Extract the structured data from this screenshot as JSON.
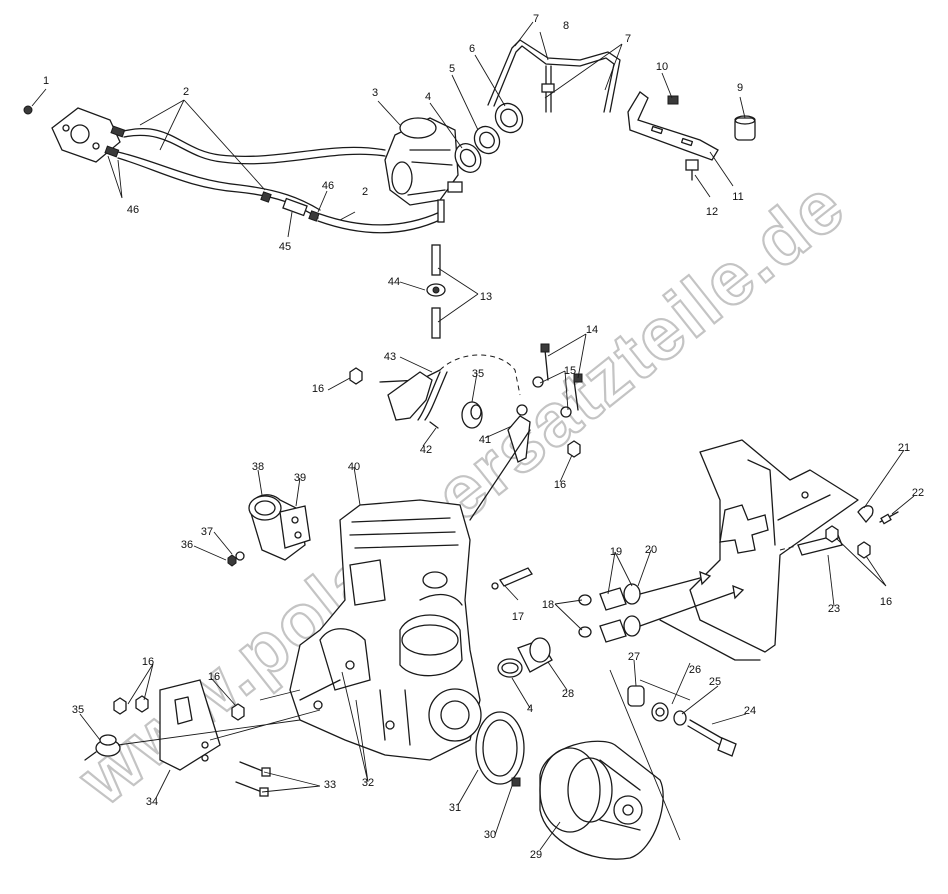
{
  "watermark": "www.polarisersatzteile.de",
  "callouts": [
    {
      "id": "c1",
      "text": "1"
    },
    {
      "id": "c2a",
      "text": "2"
    },
    {
      "id": "c2b",
      "text": "2"
    },
    {
      "id": "c3",
      "text": "3"
    },
    {
      "id": "c4a",
      "text": "4"
    },
    {
      "id": "c4b",
      "text": "4"
    },
    {
      "id": "c5",
      "text": "5"
    },
    {
      "id": "c6",
      "text": "6"
    },
    {
      "id": "c7a",
      "text": "7"
    },
    {
      "id": "c7b",
      "text": "7"
    },
    {
      "id": "c8",
      "text": "8"
    },
    {
      "id": "c9",
      "text": "9"
    },
    {
      "id": "c10",
      "text": "10"
    },
    {
      "id": "c11",
      "text": "11"
    },
    {
      "id": "c12",
      "text": "12"
    },
    {
      "id": "c13",
      "text": "13"
    },
    {
      "id": "c14",
      "text": "14"
    },
    {
      "id": "c15",
      "text": "15"
    },
    {
      "id": "c16a",
      "text": "16"
    },
    {
      "id": "c16b",
      "text": "16"
    },
    {
      "id": "c16c",
      "text": "16"
    },
    {
      "id": "c16d",
      "text": "16"
    },
    {
      "id": "c16e",
      "text": "16"
    },
    {
      "id": "c17",
      "text": "17"
    },
    {
      "id": "c18",
      "text": "18"
    },
    {
      "id": "c19",
      "text": "19"
    },
    {
      "id": "c20",
      "text": "20"
    },
    {
      "id": "c21",
      "text": "21"
    },
    {
      "id": "c22",
      "text": "22"
    },
    {
      "id": "c23",
      "text": "23"
    },
    {
      "id": "c24",
      "text": "24"
    },
    {
      "id": "c25",
      "text": "25"
    },
    {
      "id": "c26",
      "text": "26"
    },
    {
      "id": "c27",
      "text": "27"
    },
    {
      "id": "c28",
      "text": "28"
    },
    {
      "id": "c29",
      "text": "29"
    },
    {
      "id": "c30",
      "text": "30"
    },
    {
      "id": "c31",
      "text": "31"
    },
    {
      "id": "c32",
      "text": "32"
    },
    {
      "id": "c33",
      "text": "33"
    },
    {
      "id": "c34",
      "text": "34"
    },
    {
      "id": "c35a",
      "text": "35"
    },
    {
      "id": "c35b",
      "text": "35"
    },
    {
      "id": "c36",
      "text": "36"
    },
    {
      "id": "c37",
      "text": "37"
    },
    {
      "id": "c38",
      "text": "38"
    },
    {
      "id": "c39",
      "text": "39"
    },
    {
      "id": "c40",
      "text": "40"
    },
    {
      "id": "c41",
      "text": "41"
    },
    {
      "id": "c42",
      "text": "42"
    },
    {
      "id": "c43",
      "text": "43"
    },
    {
      "id": "c44",
      "text": "44"
    },
    {
      "id": "c45",
      "text": "45"
    },
    {
      "id": "c46a",
      "text": "46"
    },
    {
      "id": "c46b",
      "text": "46"
    }
  ]
}
